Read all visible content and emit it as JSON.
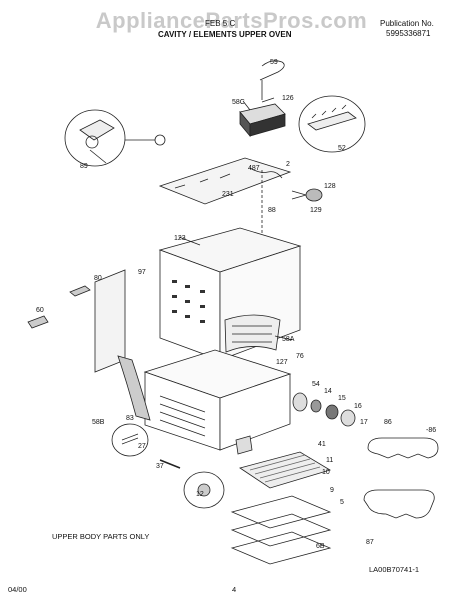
{
  "watermark": "AppliancePartsPros.com",
  "header": {
    "model": "FEB 5 C",
    "title": "CAVITY / ELEMENTS UPPER OVEN",
    "publication_label": "Publication No.",
    "publication_number": "5995336871"
  },
  "callouts": {
    "c59": "59",
    "c126": "126",
    "c58c": "58C",
    "c52": "52",
    "c89": "89",
    "c487": "487",
    "c2": "2",
    "c231": "231",
    "c128": "128",
    "c129": "129",
    "c88": "88",
    "c123": "123",
    "c80": "80",
    "c97": "97",
    "c60": "60",
    "c58a": "58A",
    "c127": "127",
    "c76": "76",
    "c54": "54",
    "c14": "14",
    "c15": "15",
    "c16": "16",
    "c17": "17",
    "c86": "86",
    "c86b": "-86",
    "c58b": "58B",
    "c83": "83",
    "c27": "27",
    "c37": "37",
    "c41": "41",
    "c11": "11",
    "c10": "10",
    "c9": "9",
    "c5": "5",
    "c6b": "6B",
    "c12": "12",
    "c87": "87"
  },
  "footer": {
    "note": "UPPER BODY PARTS ONLY",
    "drawing_number": "LA00B70741-1",
    "date": "04/00",
    "page": "4"
  }
}
